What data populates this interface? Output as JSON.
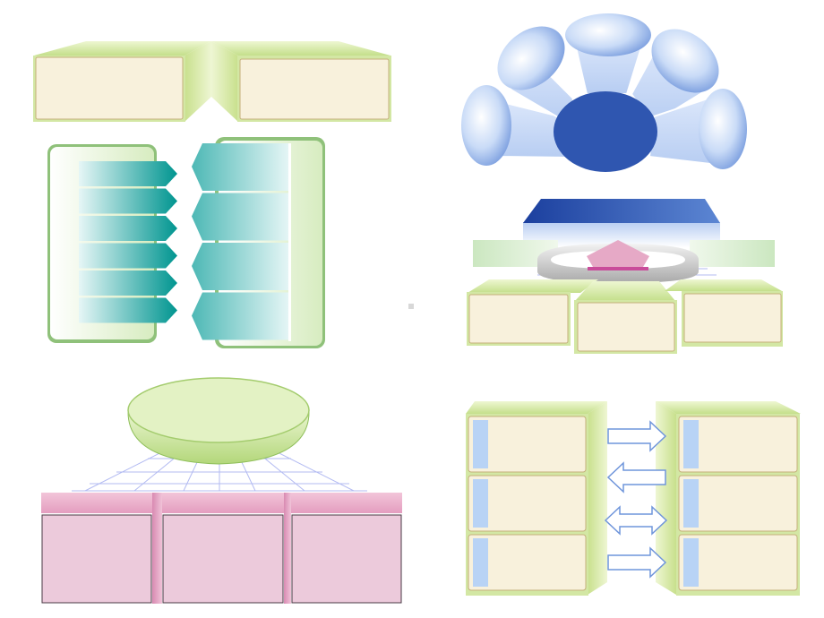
{
  "panels": [
    {
      "id": "top-left",
      "description": ""
    },
    {
      "id": "top-right",
      "description": ""
    },
    {
      "id": "middle-right",
      "description": ""
    },
    {
      "id": "bottom-left",
      "description": ""
    },
    {
      "id": "bottom-right",
      "description": ""
    }
  ],
  "colors": {
    "green_light": "#dff0b8",
    "green_mid": "#b6d77c",
    "cream": "#f8f1dc",
    "teal_dark": "#009590",
    "teal_light": "#c9ebeb",
    "blue_dark": "#2f56b0",
    "blue_light": "#c6d8f6",
    "pink": "#e6a9c6",
    "pink_light": "#eccadb",
    "lavender": "#b3bbf2"
  },
  "icons": {
    "arrow_left_right": "double-arrow-icon",
    "arrow_right": "right-arrow-icon",
    "arrow_left": "left-arrow-icon"
  }
}
